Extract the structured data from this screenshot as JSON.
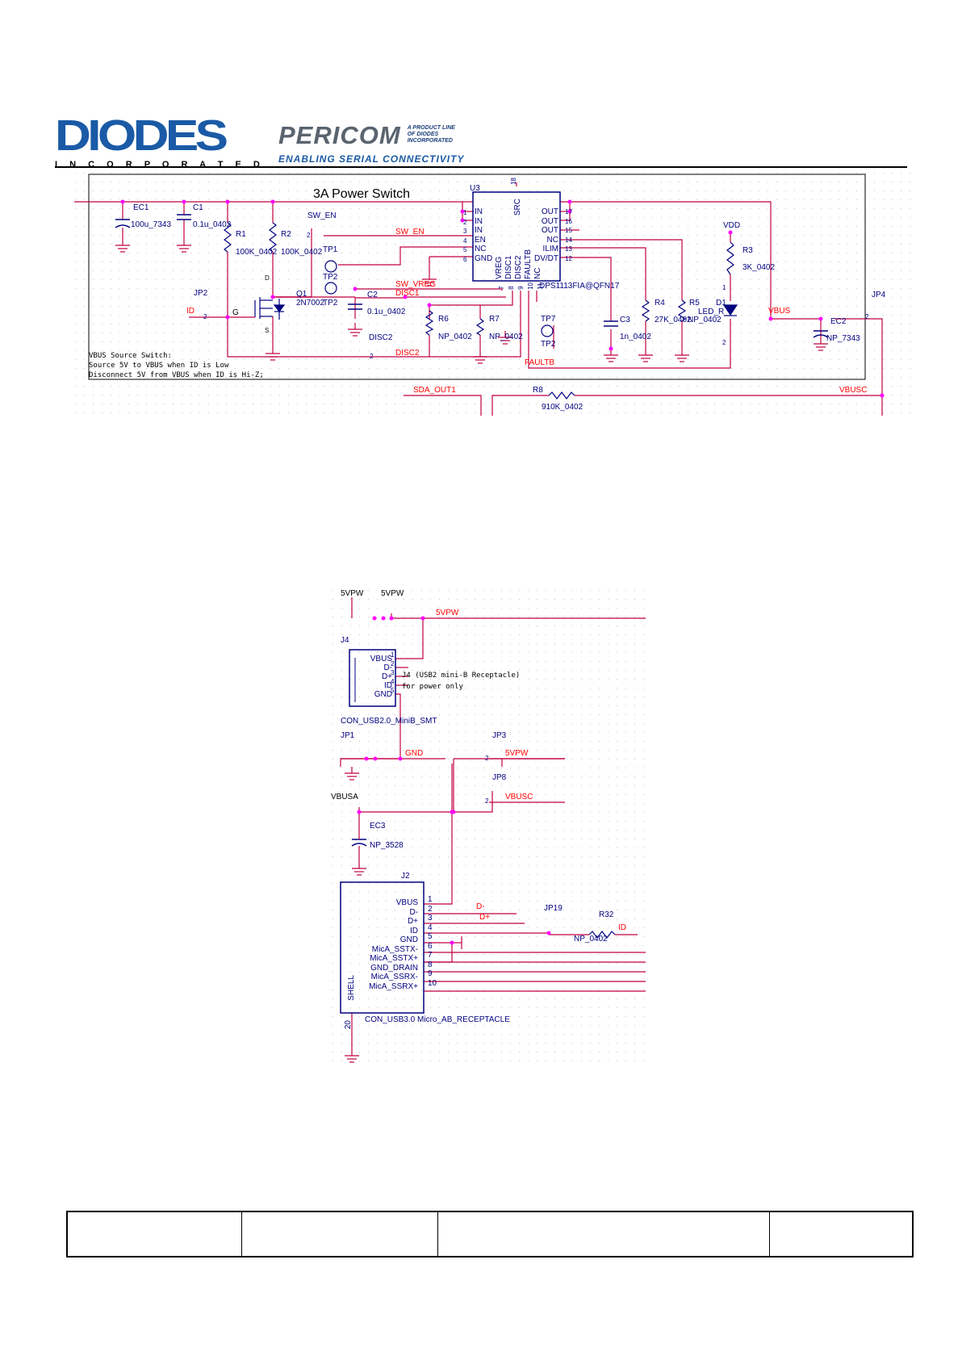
{
  "header": {
    "diodes_logo": "DIODES",
    "diodes_sub": "I N C O R P O R A T E D",
    "pericom_logo": "PERICOM",
    "pericom_tag": [
      "A PRODUCT LINE",
      "OF DIODES",
      "INCORPORATED"
    ],
    "pericom_sub": "ENABLING SERIAL CONNECTIVITY"
  },
  "sch1": {
    "title": "3A Power Switch",
    "note": [
      "VBUS Source Switch:",
      "Source 5V to VBUS when ID is Low",
      "Disconnect 5V from VBUS when ID is Hi-Z;"
    ],
    "components": {
      "EC1": "EC1",
      "EC1v": "100u_7343",
      "C1": "C1",
      "C1v": "0.1u_0402",
      "R1": "R1",
      "R1v": "100K_0402",
      "R2": "R2",
      "R2v": "100K_0402",
      "SWEN": "SW_EN",
      "SWEN_pin": "2",
      "TP1": "TP1",
      "TP2a": "TP2",
      "TP2b": "TP2",
      "TP2c": "TP2",
      "JP2": "JP2",
      "JP2_pin": "2",
      "Q1": "Q1",
      "Q1v": "2N7002",
      "C2": "C2",
      "C2v": "0.1u_0402",
      "DISC2": "DISC2",
      "DISC2_pin": "2",
      "R6": "R6",
      "R6v": "NP_0402",
      "R7": "R7",
      "R7v": "NP_0402",
      "TP7": "TP7",
      "C3": "C3",
      "C3v": "1n_0402",
      "R4": "R4",
      "R4v": "27K_0402",
      "R5": "R5",
      "R5v": "NP_0402",
      "VDD": "VDD",
      "R3": "R3",
      "R3v": "3K_0402",
      "D1": "D1",
      "D1v": "LED_R",
      "D1_p1": "1",
      "D1_p2": "2",
      "JP4": "JP4",
      "JP4_pin": "2",
      "EC2": "EC2",
      "EC2v": "NP_7343",
      "R8": "R8",
      "R8v": "910K_0402",
      "U3": "U3",
      "U3v": "DPS1113FIA@QFN17",
      "G": "G",
      "D": "D",
      "S": "S"
    },
    "u3_left_pins": [
      {
        "name": "IN",
        "num": "1"
      },
      {
        "name": "IN",
        "num": "2"
      },
      {
        "name": "IN",
        "num": "3"
      },
      {
        "name": "EN",
        "num": "4"
      },
      {
        "name": "NC",
        "num": "5"
      },
      {
        "name": "GND",
        "num": "6"
      }
    ],
    "u3_right_pins": [
      {
        "name": "OUT",
        "num": "17"
      },
      {
        "name": "OUT",
        "num": "16"
      },
      {
        "name": "OUT",
        "num": "15"
      },
      {
        "name": "NC",
        "num": "14"
      },
      {
        "name": "ILIM",
        "num": "13"
      },
      {
        "name": "DV/DT",
        "num": "12"
      }
    ],
    "u3_top_pin": {
      "name": "SRC",
      "num": "18"
    },
    "u3_bottom_pins": [
      {
        "name": "VREG",
        "num": "7"
      },
      {
        "name": "DISC1",
        "num": "8"
      },
      {
        "name": "DISC2",
        "num": "9"
      },
      {
        "name": "FAULTB",
        "num": "10"
      },
      {
        "name": "NC",
        "num": "11"
      }
    ],
    "nets": {
      "SW_EN": "SW_EN",
      "SW_VREG": "SW_VREG",
      "DISC1": "DISC1",
      "DISC2": "DISC2",
      "ID": "ID",
      "FAULTB": "FAULTB",
      "VBUS": "VBUS",
      "SDA_OUT1": "SDA_OUT1",
      "VBUSC": "VBUSC"
    }
  },
  "sch2": {
    "labels": {
      "5VPW_a": "5VPW",
      "5VPW_b": "5VPW",
      "5VPW_net": "5VPW",
      "J4": "J4",
      "J4_desc": [
        "J4 (USB2 mini-B Receptacle)",
        "for power only"
      ],
      "J4_part": "CON_USB2.0_MiniB_SMT",
      "JP1": "JP1",
      "GND": "GND",
      "JP3": "JP3",
      "JP3_net": "5VPW",
      "JP3_pin": "2",
      "JP8": "JP8",
      "JP8_net": "VBUSC",
      "JP8_pin": "2",
      "VBUSA": "VBUSA",
      "EC3": "EC3",
      "EC3v": "NP_3528",
      "J2": "J2",
      "J2_part": "CON_USB3.0 Micro_AB_RECEPTACLE",
      "SHELL": "SHELL",
      "SHELL_pin": "20",
      "Dm": "D-",
      "Dp": "D+",
      "JP19": "JP19",
      "R32": "R32",
      "R32v": "NP_0402",
      "ID": "ID"
    },
    "j4_pins": [
      {
        "name": "VBUS",
        "num": "1"
      },
      {
        "name": "D-",
        "num": "2"
      },
      {
        "name": "D+",
        "num": "3"
      },
      {
        "name": "ID",
        "num": "4"
      },
      {
        "name": "GND",
        "num": "5"
      }
    ],
    "j2_pins": [
      {
        "name": "VBUS",
        "num": "1"
      },
      {
        "name": "D-",
        "num": "2"
      },
      {
        "name": "D+",
        "num": "3"
      },
      {
        "name": "ID",
        "num": "4"
      },
      {
        "name": "GND",
        "num": "5"
      },
      {
        "name": "MicA_SSTX-",
        "num": "6"
      },
      {
        "name": "MicA_SSTX+",
        "num": "7"
      },
      {
        "name": "GND_DRAIN",
        "num": "8"
      },
      {
        "name": "MicA_SSRX-",
        "num": "9"
      },
      {
        "name": "MicA_SSRX+",
        "num": "10"
      }
    ]
  },
  "colors": {
    "wire": "#c00040",
    "blue": "#00007f",
    "net": "#ff0000",
    "junction": "#ff00ff",
    "dot": "#c8c8c8"
  }
}
